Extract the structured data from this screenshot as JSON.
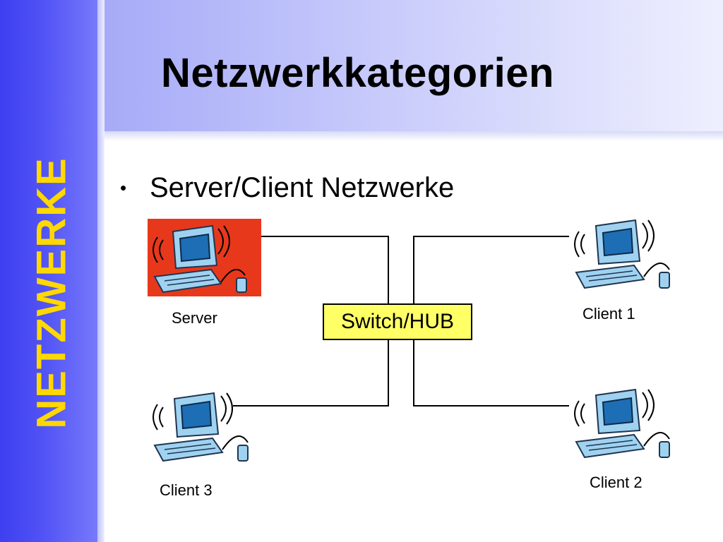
{
  "slide": {
    "title": "Netzwerkkategorien",
    "sidebar_word": "NETZWERKE",
    "bullet": "Server/Client Netzwerke"
  },
  "diagram": {
    "hub_label": "Switch/HUB",
    "nodes": {
      "server": "Server",
      "client1": "Client 1",
      "client2": "Client 2",
      "client3": "Client 3"
    }
  },
  "colors": {
    "sidebar": "#4446f3",
    "sidebar_text": "#ffd800",
    "hub_fill": "#ffff66",
    "server_highlight": "#e8381b",
    "computer_body": "#9fd2f0",
    "screen": "#1d6eb4"
  },
  "icons": [
    "computer-icon"
  ]
}
